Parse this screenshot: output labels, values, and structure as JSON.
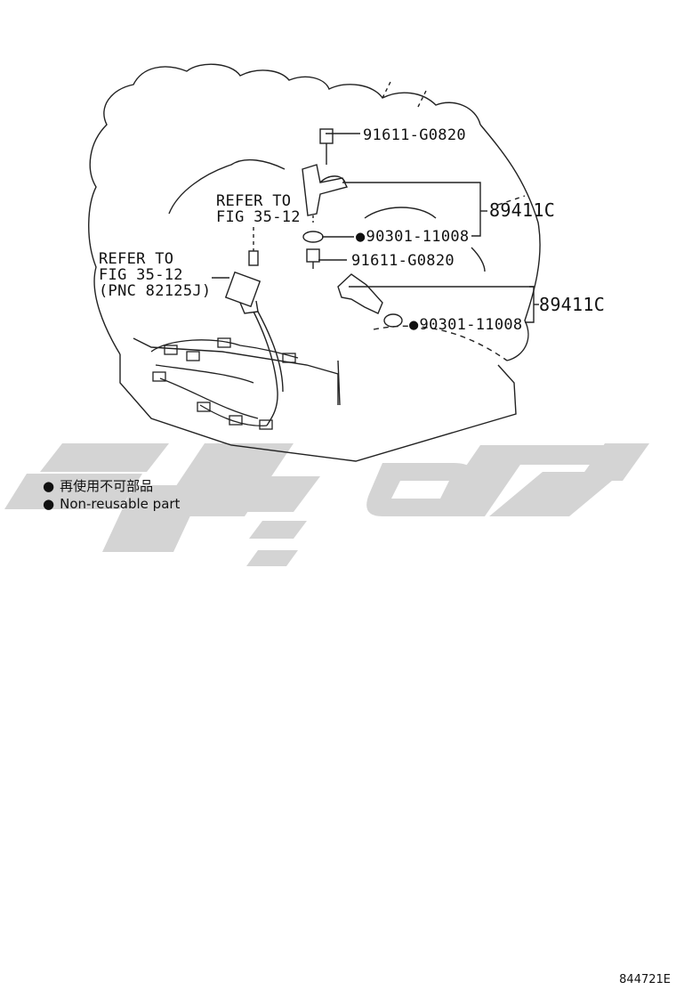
{
  "labels": {
    "bolt_upper": "91611-G0820",
    "sensor_upper": "89411C",
    "oring_upper": "90301-11008",
    "bolt_lower": "91611-G0820",
    "sensor_lower": "89411C",
    "oring_lower": "90301-11008",
    "refer_fig_upper": [
      "REFER TO",
      "FIG 35-12"
    ],
    "refer_fig_left": [
      "REFER TO",
      "FIG 35-12",
      "(PNC 82125J)"
    ]
  },
  "legend": {
    "japanese": "再使用不可部品",
    "english": "Non-reusable part"
  },
  "footer_code": "844721E",
  "colors": {
    "line": "#222222",
    "watermark": "#d4d4d4"
  }
}
